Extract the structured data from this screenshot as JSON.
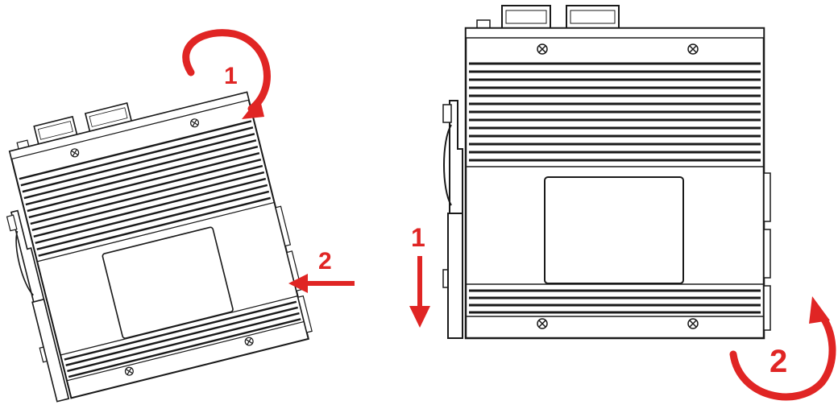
{
  "colors": {
    "arrow": "#e02524",
    "device_stroke": "#1a1a1a",
    "device_fill": "#ffffff",
    "background": "#ffffff"
  },
  "left_figure": {
    "rotate_step": "1",
    "push_step": "2"
  },
  "right_figure": {
    "slide_step": "1",
    "rotate_step": "2"
  }
}
